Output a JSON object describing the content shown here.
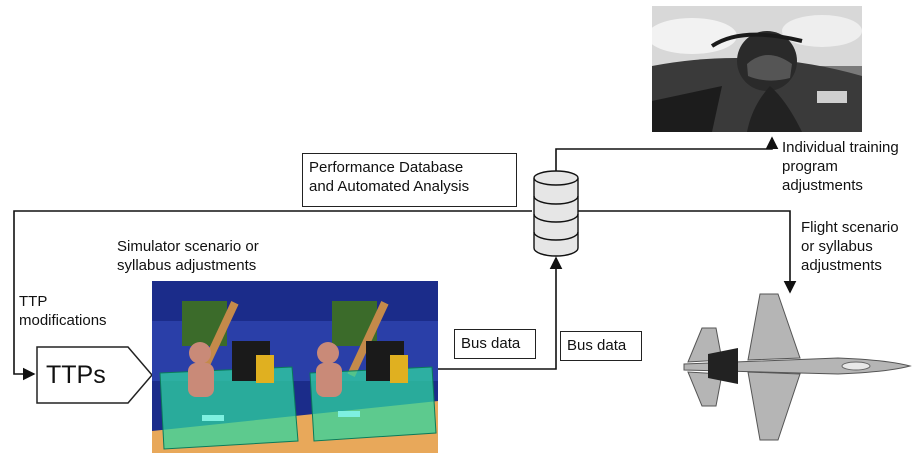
{
  "labels": {
    "performance_db": [
      "Performance Database",
      "and Automated Analysis"
    ],
    "individual": [
      "Individual training",
      "program",
      "adjustments"
    ],
    "flight": [
      "Flight scenario",
      "or syllabus",
      "adjustments"
    ],
    "simulator": [
      "Simulator scenario or",
      "syllabus adjustments"
    ],
    "ttp_mod": [
      "TTP",
      "modifications"
    ],
    "ttps": "TTPs",
    "bus_data_1": "Bus data",
    "bus_data_2": "Bus data"
  },
  "colors": {
    "line": "#111111",
    "sim_bg": "#1b2c8a",
    "sim_floor": "#e8a85a",
    "sim_cabin": "#2fd6a0",
    "jet": "#9a9a9a"
  }
}
